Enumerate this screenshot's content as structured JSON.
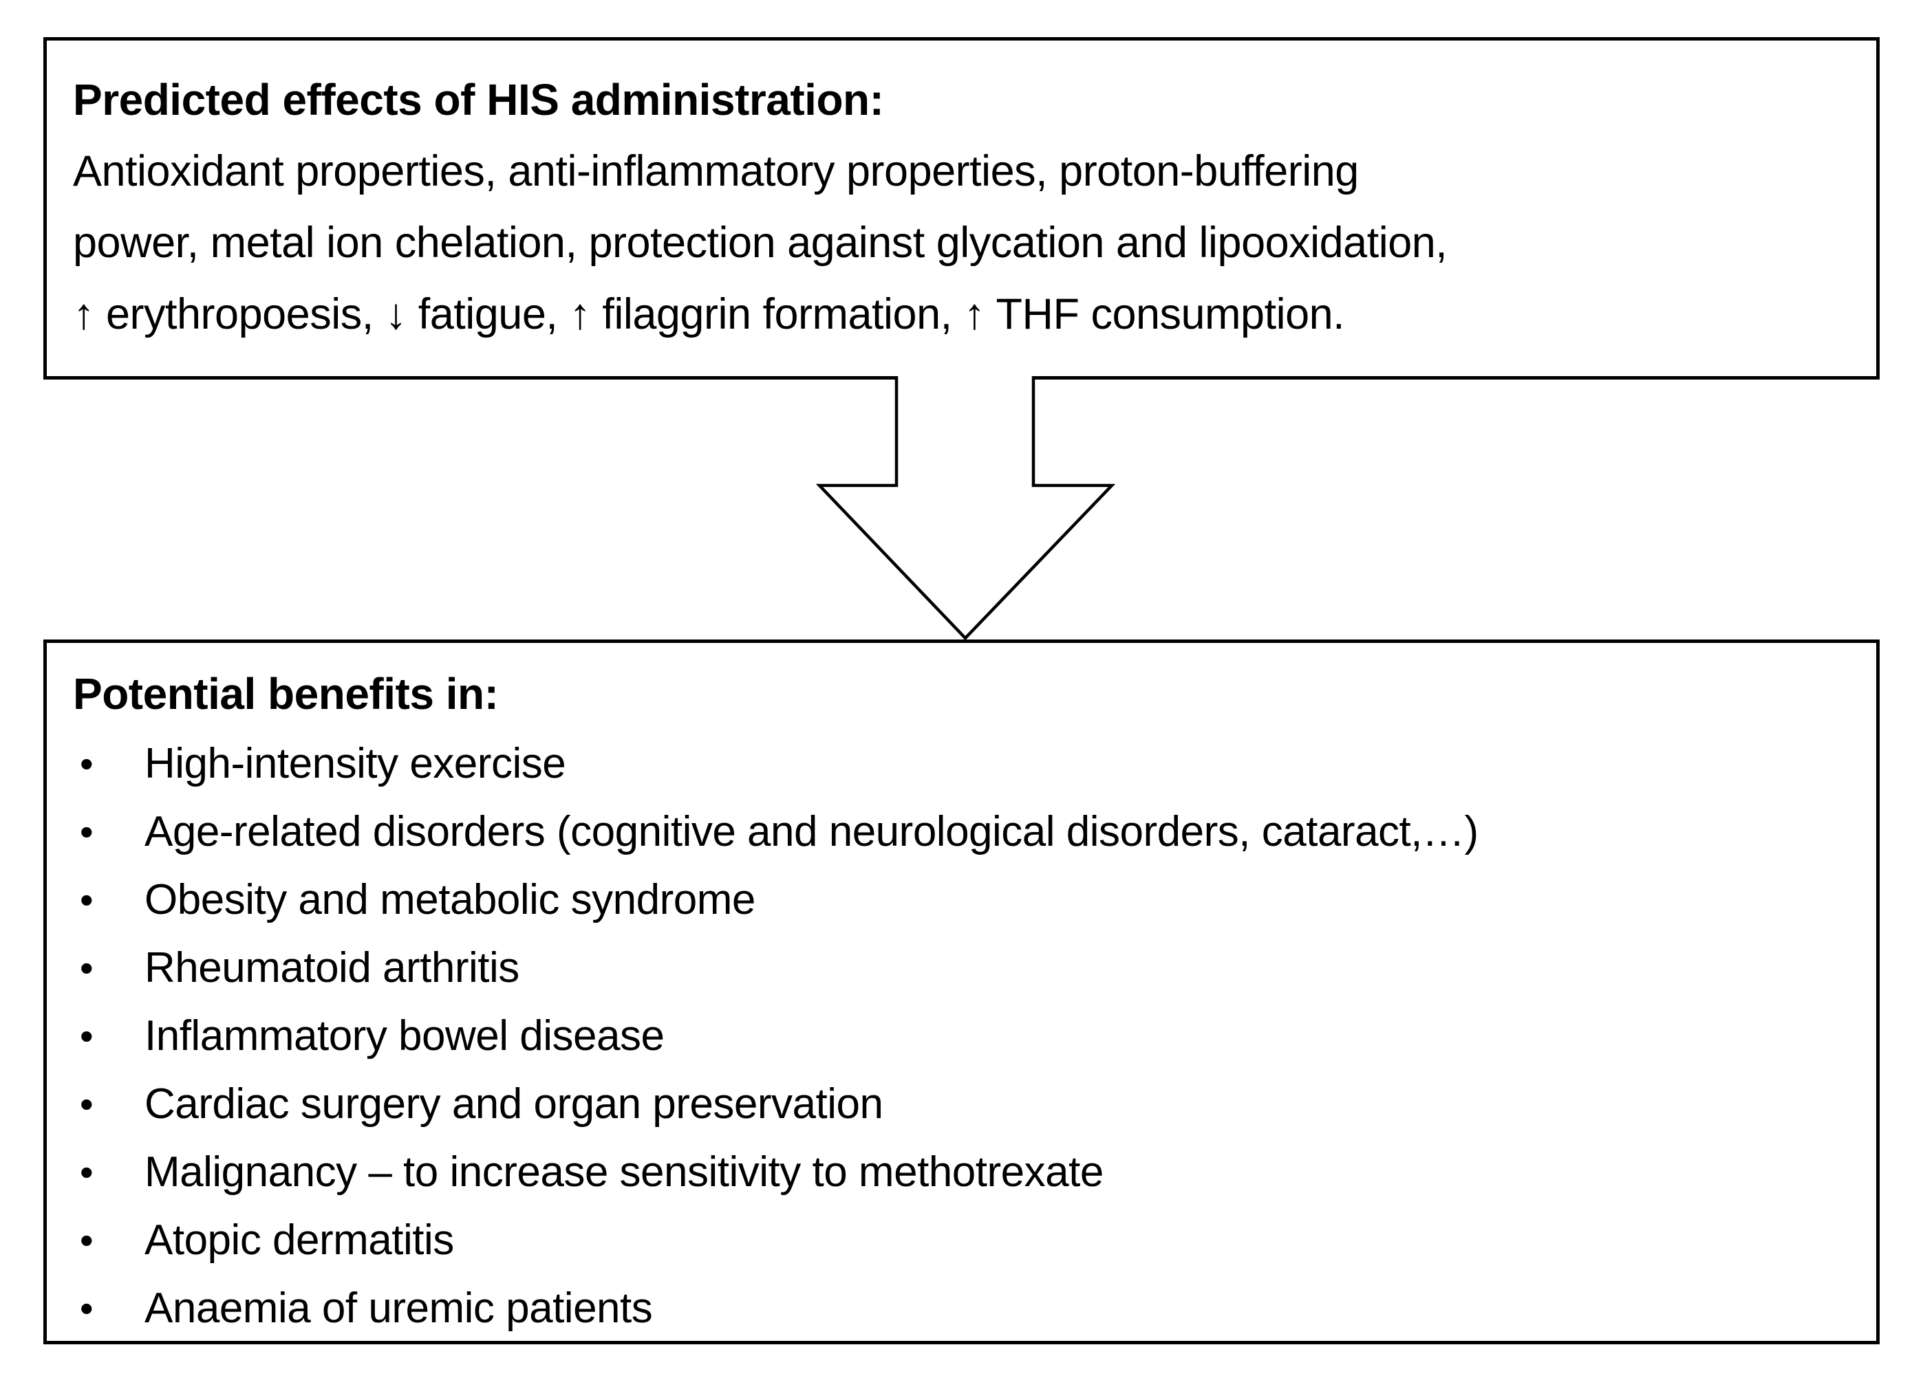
{
  "top_box": {
    "title": "Predicted effects of HIS administration:",
    "lines": [
      "Antioxidant properties, anti-inflammatory properties, proton-buffering",
      "power, metal ion chelation, protection against glycation and lipooxidation,",
      "↑ erythropoesis, ↓ fatigue, ↑ filaggrin formation, ↑ THF consumption."
    ]
  },
  "arrow": {
    "direction": "down",
    "meaning": "leads-to"
  },
  "bottom_box": {
    "title": "Potential benefits in:",
    "bullet_char": "•",
    "bullets": [
      "High-intensity exercise",
      "Age-related disorders (cognitive and neurological disorders, cataract,…)",
      "Obesity and metabolic syndrome",
      "Rheumatoid arthritis",
      "Inflammatory bowel disease",
      "Cardiac surgery and organ preservation",
      "Malignancy – to increase sensitivity to methotrexate",
      "Atopic dermatitis",
      "Anaemia of uremic patients"
    ]
  },
  "colors": {
    "background": "#ffffff",
    "border": "#000000",
    "text": "#000000"
  }
}
